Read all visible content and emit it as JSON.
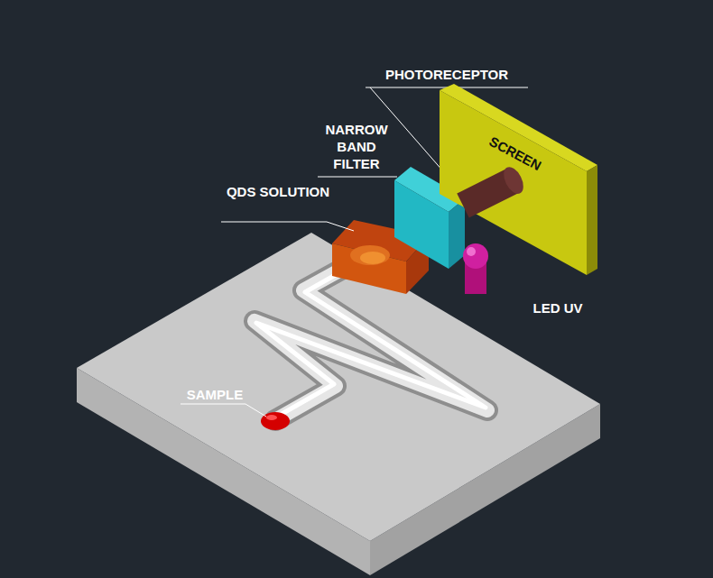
{
  "diagram": {
    "nodes": [
      {
        "text": [
          "SCREEN"
        ]
      }
    ],
    "labels": [
      "PHOTORECEPTOR",
      "NARROW BAND FILTER",
      "QDS SOLUTION",
      "LED UV",
      "SAMPLE"
    ]
  }
}
